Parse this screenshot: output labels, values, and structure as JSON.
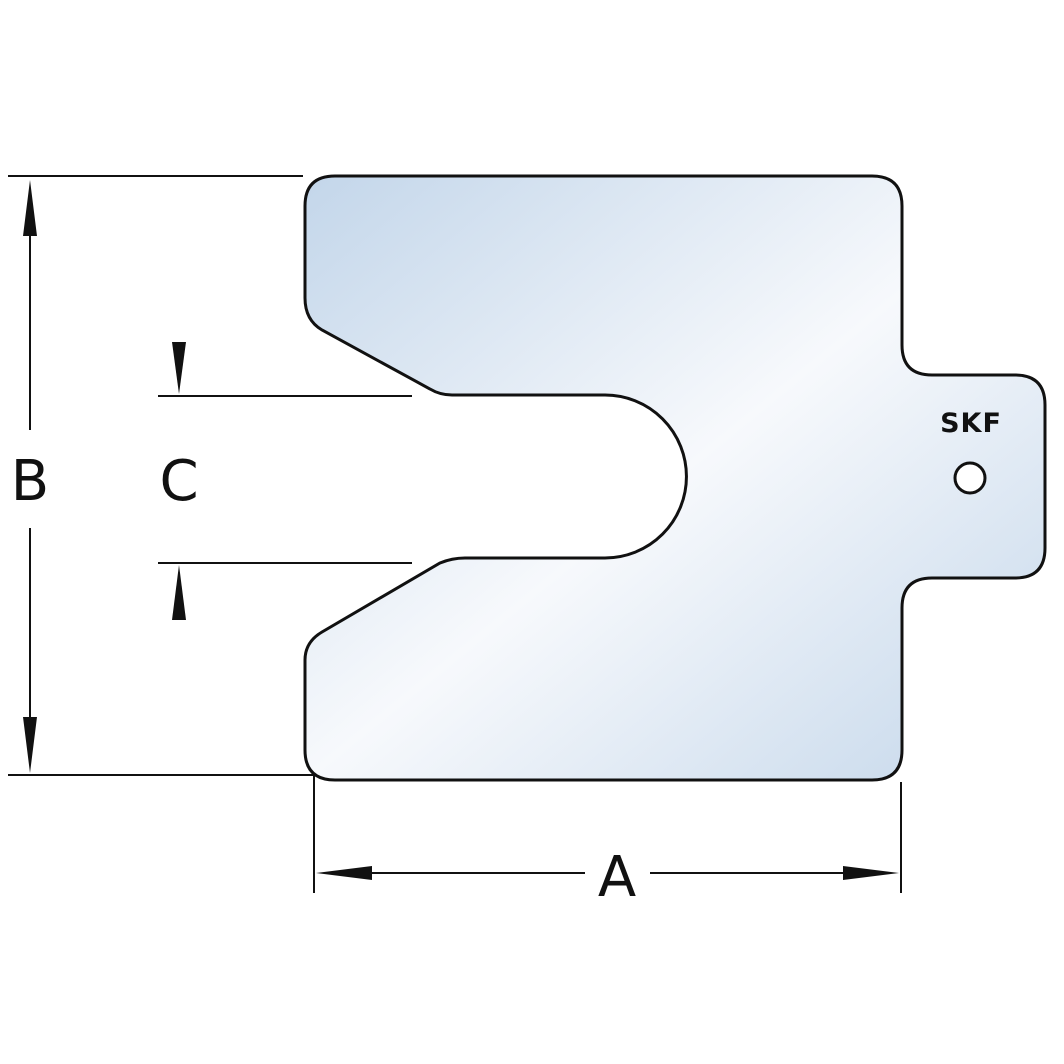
{
  "diagram": {
    "labels": {
      "a": "A",
      "b": "B",
      "c": "C"
    },
    "logo": "SKF",
    "colors": {
      "shape_fill_edge": "#c3d6ea",
      "shape_fill_center": "#f7f9fc",
      "stroke": "#111111"
    }
  }
}
